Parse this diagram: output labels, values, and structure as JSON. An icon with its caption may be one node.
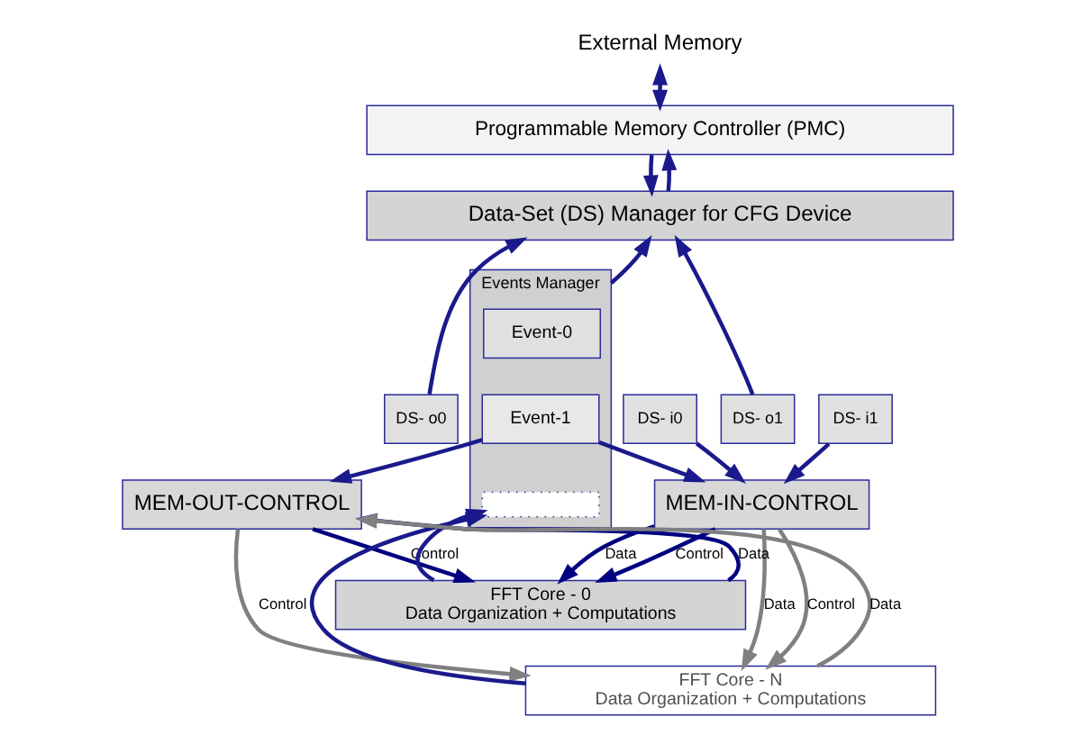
{
  "diagram": {
    "nodes": [
      {
        "text": [
          "External Memory"
        ]
      },
      {
        "text": [
          "Programmable Memory Controller (PMC)"
        ]
      },
      {
        "text": [
          "Data-Set (DS) Manager for CFG Device"
        ]
      },
      {
        "text": [
          "DS- i0"
        ]
      },
      {
        "text": [
          "DS- i1"
        ]
      },
      {
        "text": [
          "Events Manager"
        ]
      },
      {
        "text": [
          "Event-0"
        ],
        "in": 5
      },
      {
        "text": [
          "Event-1"
        ],
        "in": 5
      },
      {
        "text": [],
        "shape": "box",
        "in": 5
      },
      {
        "text": [
          "DS- o0"
        ]
      },
      {
        "text": [
          "DS- o1"
        ]
      },
      {
        "text": [
          "MEM-IN-CONTROL"
        ]
      },
      {
        "text": [
          "MEM-OUT-CONTROL"
        ]
      },
      {
        "text": [
          "FFT Core - 0",
          "Data Organization + Computations"
        ]
      },
      {
        "text": [
          "FFT Core - N",
          "Data Organization + Computations"
        ]
      }
    ],
    "edges": [
      {
        "from": 0,
        "to": 1,
        "arrow": "both"
      },
      {
        "from": 1,
        "to": 2,
        "arrow": "to"
      },
      {
        "from": 2,
        "to": 1,
        "arrow": "to"
      },
      {
        "from": 3,
        "to": 11,
        "arrow": "to"
      },
      {
        "from": 4,
        "to": 11,
        "arrow": "to"
      },
      {
        "from": 9,
        "to": 2,
        "arrow": "to"
      },
      {
        "from": 10,
        "to": 2,
        "arrow": "to"
      },
      {
        "from": 5,
        "to": 2,
        "arrow": "to"
      },
      {
        "from": 7,
        "to": 11,
        "arrow": "to"
      },
      {
        "from": 7,
        "to": 12,
        "arrow": "to"
      },
      {
        "from": 13,
        "to": 8,
        "arrow": "to"
      },
      {
        "from": 14,
        "to": 8,
        "arrow": "to"
      },
      {
        "from": 11,
        "to": 13,
        "arrow": "to",
        "label": "Control",
        "color": "#000080"
      },
      {
        "from": 11,
        "to": 13,
        "arrow": "to",
        "label": "Data",
        "color": "#000080"
      },
      {
        "from": 11,
        "to": 14,
        "arrow": "to",
        "label": "Data",
        "color": "#808080"
      },
      {
        "from": 11,
        "to": 14,
        "arrow": "to",
        "label": "Control",
        "color": "#808080"
      },
      {
        "from": 13,
        "to": 12,
        "arrow": "to",
        "label": "Data",
        "color": "#000080"
      },
      {
        "from": 12,
        "to": 13,
        "arrow": "to",
        "label": "Control",
        "color": "#000080"
      },
      {
        "from": 14,
        "to": 12,
        "arrow": "to",
        "label": "Data",
        "color": "#808080"
      },
      {
        "from": 12,
        "to": 14,
        "arrow": "to",
        "label": "Control",
        "color": "#808080"
      }
    ]
  }
}
